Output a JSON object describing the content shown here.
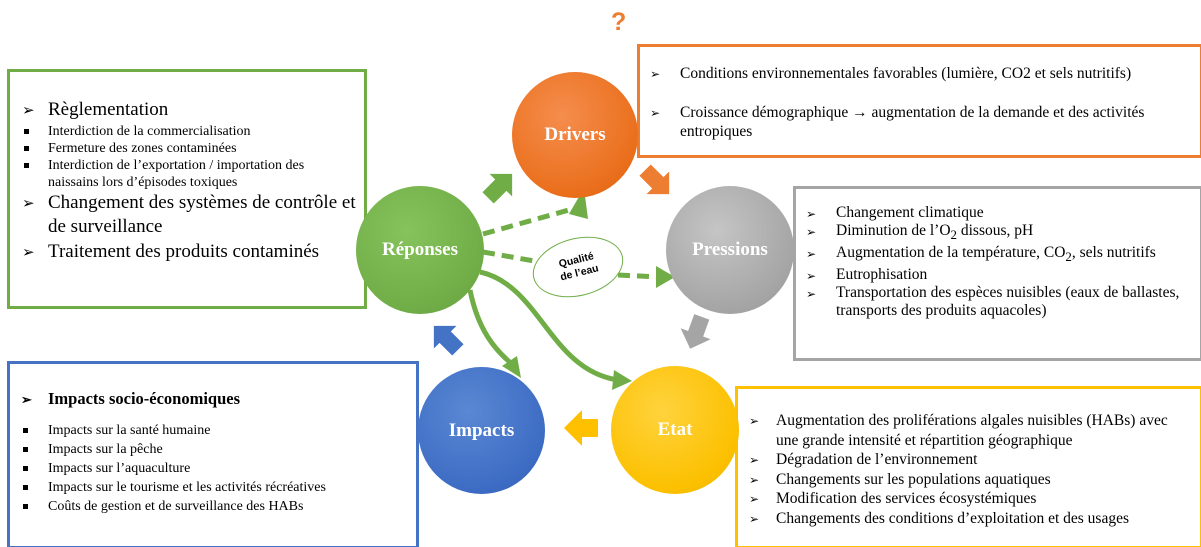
{
  "question_mark": "?",
  "circles": {
    "drivers": "Drivers",
    "pressions": "Pressions",
    "etat": "Etat",
    "impacts": "Impacts",
    "reponses": "Réponses"
  },
  "qualite": {
    "line1": "Qualité",
    "line2": "de l’eau"
  },
  "reponses_box": {
    "items": [
      "Règlementation",
      "Interdiction de la commercialisation",
      "Fermeture des zones contaminées",
      "Interdiction de l’exportation / importation des naissains lors d’épisodes toxiques",
      "Changement des systèmes de contrôle et de surveillance",
      "Traitement des produits contaminés"
    ]
  },
  "drivers_box": {
    "items": [
      "Conditions environnementales favorables (lumière, CO2 et sels nutritifs)",
      "Croissance démographique → augmentation de la demande et des activités entropiques"
    ]
  },
  "pressions_box": {
    "item1": "Changement climatique",
    "item2_pre": "Diminution de l’O",
    "item2_sub": "2",
    "item2_post": " dissous, pH",
    "item3_pre": "Augmentation de la température, CO",
    "item3_sub": "2",
    "item3_post": ", sels nutritifs",
    "item4": "Eutrophisation",
    "item5": "Transportation des espèces nuisibles (eaux de ballastes, transports des produits aquacoles)"
  },
  "etat_box": {
    "items": [
      "Augmentation des proliférations algales nuisibles (HABs) avec une grande intensité et répartition géographique",
      "Dégradation de l’environnement",
      "Changements sur les populations aquatiques",
      "Modification des services écosystémiques",
      "Changements des conditions d’exploitation et des usages"
    ]
  },
  "impacts_box": {
    "heading": "Impacts socio-économiques",
    "items": [
      "Impacts sur la santé humaine",
      "Impacts sur la pêche",
      "Impacts sur l’aquaculture",
      "Impacts sur le tourisme et les activités récréatives",
      "Coûts de gestion et de surveillance des HABs"
    ]
  },
  "colors": {
    "drivers": "#ed7d31",
    "pressions": "#a5a5a5",
    "etat": "#ffc000",
    "impacts": "#4472c4",
    "reponses": "#70ad47"
  }
}
